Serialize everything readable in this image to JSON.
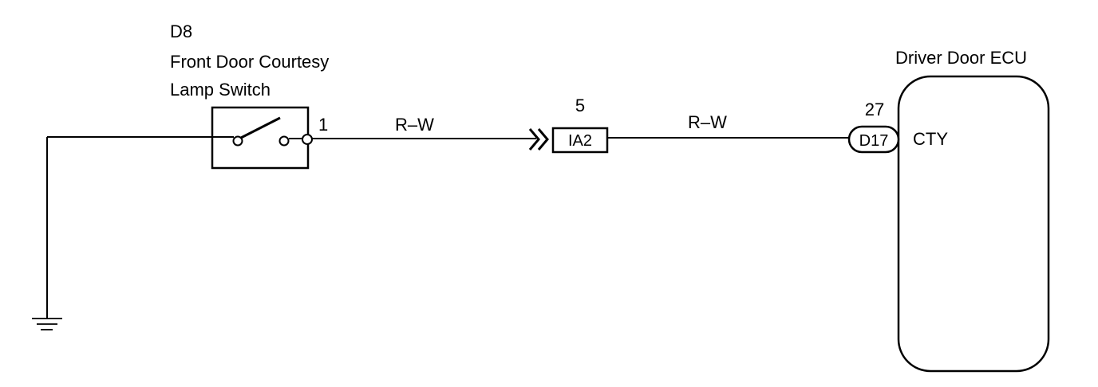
{
  "switch": {
    "code": "D8",
    "name_line1": "Front Door Courtesy",
    "name_line2": "Lamp Switch",
    "pin": "1"
  },
  "wires": {
    "left_color": "R–W",
    "right_color": "R–W"
  },
  "junction_connector": {
    "label": "IA2",
    "pin": "5"
  },
  "ecu": {
    "title": "Driver Door ECU",
    "connector": "D17",
    "pin": "27",
    "terminal": "CTY"
  }
}
